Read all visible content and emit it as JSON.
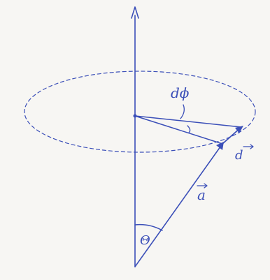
{
  "diagram": {
    "ink_color": "#3b4fb8",
    "paper_color": "#f7f6f3",
    "labels": {
      "angle_increment": "dϕ",
      "displacement": "d",
      "position_vector": "a",
      "cone_angle": "Θ"
    }
  }
}
